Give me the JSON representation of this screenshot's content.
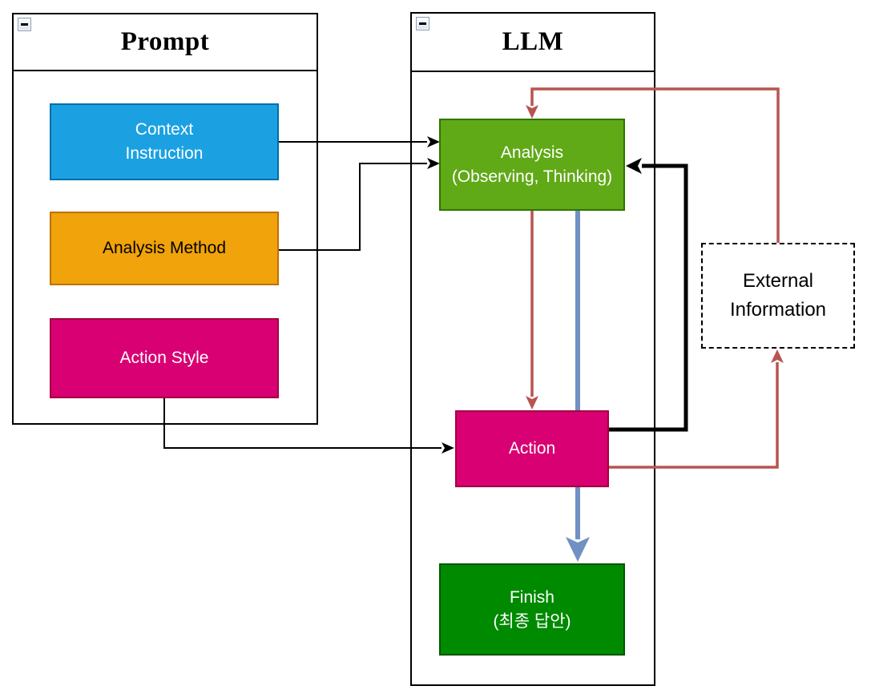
{
  "containers": {
    "prompt": {
      "title": "Prompt",
      "collapse_icon": "minus-icon"
    },
    "llm": {
      "title": "LLM",
      "collapse_icon": "minus-icon"
    }
  },
  "nodes": {
    "context_instruction": {
      "label": "Context\nInstruction"
    },
    "analysis_method": {
      "label": "Analysis Method"
    },
    "action_style": {
      "label": "Action Style"
    },
    "analysis": {
      "label": "Analysis\n(Observing, Thinking)"
    },
    "action": {
      "label": "Action"
    },
    "finish": {
      "label": "Finish\n(최종 답안)"
    },
    "external_information": {
      "label": "External\nInformation"
    }
  },
  "edges": [
    {
      "from": "Context Instruction",
      "to": "Analysis",
      "style": "black-thin"
    },
    {
      "from": "Analysis Method",
      "to": "Analysis",
      "style": "black-thin"
    },
    {
      "from": "Action Style",
      "to": "Action",
      "style": "black-thin"
    },
    {
      "from": "Action",
      "to": "Analysis",
      "style": "black-thick"
    },
    {
      "from": "External Information",
      "to": "Analysis",
      "style": "red"
    },
    {
      "from": "Analysis",
      "to": "Action",
      "style": "red"
    },
    {
      "from": "Action",
      "to": "External Information",
      "style": "red"
    },
    {
      "from": "Analysis",
      "to": "Finish",
      "style": "blue-thick"
    }
  ],
  "colors": {
    "blue_fill": "#1ba1e2",
    "blue_stroke": "#006eaf",
    "orange_fill": "#f0a30a",
    "orange_stroke": "#bd7000",
    "magenta_fill": "#d80073",
    "magenta_stroke": "#a50040",
    "green_fill": "#60a917",
    "green_stroke": "#2d7600",
    "darkgreen_fill": "#008a00",
    "darkgreen_stroke": "#005700",
    "edge_black": "#000000",
    "edge_red": "#b85450",
    "edge_blue": "#7191c4"
  }
}
